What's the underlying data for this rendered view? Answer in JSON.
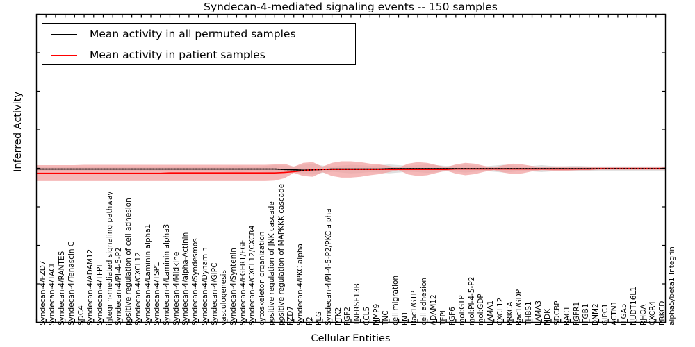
{
  "chart_data": {
    "type": "line",
    "title": "Syndecan-4-mediated signaling events -- 150 samples",
    "xlabel": "Cellular Entities",
    "ylabel": "Inferred Activity",
    "ylim": [
      -4,
      4
    ],
    "yticks": [
      -4,
      -3,
      -2,
      -1,
      0,
      1,
      2,
      3,
      4
    ],
    "grid": false,
    "legend_position": "upper left",
    "n_samples": 150,
    "colors": {
      "permuted_line": "#000000",
      "patient_line": "#ff0000",
      "patient_band": "#f2a0a0",
      "permuted_band": "#d9d9d9",
      "axes": "#000000",
      "background": "#ffffff"
    },
    "legend": [
      {
        "label": "Mean activity in all permuted samples",
        "color": "#000000"
      },
      {
        "label": "Mean activity in patient samples",
        "color": "#ff0000"
      }
    ],
    "categories": [
      "Syndecan-4/FZD7",
      "Syndecan-4/TACI",
      "Syndecan-4/RANTES",
      "Syndecan-4/Tenascin C",
      "SDC4",
      "Syndecan-4/ADAM12",
      "Syndecan-4/TFPI",
      "integrin-mediated signaling pathway",
      "Syndecan-4/PI-4-5-P2",
      "positive regulation of cell adhesion",
      "Syndecan-4/CXCL12",
      "Syndecan-4/Laminin alpha1",
      "Syndecan-4/TSP1",
      "Syndecan-4/Laminin alpha3",
      "Syndecan-4/Midkine",
      "Syndecan-4/alpha-Actinin",
      "Syndecan-4/Syndesmos",
      "Syndecan-4/Dynamin",
      "Syndecan-4/GIPC",
      "vasculogenesis",
      "Syndecan-4/Syntenin",
      "Syndecan-4/FGFR1/FGF",
      "Syndecan-4/CXCL12/CXCR4",
      "cytoskeleton organization",
      "positive regulation of JNK cascade",
      "positive regulation of MAPKKK cascade",
      "FZD7",
      "Syndecan-4/PKC alpha",
      "F2",
      "PLG",
      "Syndecan-4/PI-4-5-P2/PKC alpha",
      "PTK2",
      "FGF2",
      "TNFRSF13B",
      "CCL5",
      "MMP9",
      "TNC",
      "cell migration",
      "FN1",
      "Rac1/GTP",
      "cell adhesion",
      "ADAM12",
      "TFPI",
      "FGF6",
      "mol:GTP",
      "mol:PI-4-5-P2",
      "mol:GDP",
      "LAMA1",
      "CXCL12",
      "PRKCA",
      "Rac1/GDP",
      "THBS1",
      "LAMA3",
      "MDK",
      "SDCBP",
      "RAC1",
      "FGFR1",
      "ITGB1",
      "DNM2",
      "GIPC1",
      "ACTN1",
      "ITGA5",
      "NUDT16L1",
      "RHOA",
      "CXCR4",
      "PRKCD",
      "alpha5/beta1 Integrin"
    ],
    "series": [
      {
        "name": "Mean activity in all permuted samples",
        "color": "#000000",
        "style": "solid",
        "values": [
          -0.02,
          -0.02,
          -0.02,
          -0.02,
          -0.02,
          -0.02,
          -0.02,
          -0.02,
          -0.02,
          -0.02,
          -0.02,
          -0.02,
          -0.02,
          -0.02,
          -0.02,
          -0.02,
          -0.02,
          -0.02,
          -0.02,
          -0.02,
          -0.02,
          -0.02,
          -0.02,
          -0.02,
          -0.02,
          -0.02,
          -0.03,
          -0.04,
          -0.05,
          -0.04,
          -0.03,
          -0.02,
          -0.02,
          -0.02,
          -0.02,
          -0.02,
          -0.02,
          -0.01,
          -0.01,
          -0.01,
          -0.01,
          -0.01,
          -0.01,
          -0.01,
          -0.01,
          -0.01,
          -0.01,
          -0.01,
          -0.01,
          -0.01,
          -0.01,
          -0.01,
          -0.01,
          -0.01,
          -0.01,
          -0.01,
          -0.01,
          -0.01,
          -0.01,
          -0.01,
          -0.01,
          -0.01,
          -0.01,
          -0.01,
          -0.01,
          -0.01,
          -0.01
        ]
      },
      {
        "name": "Mean activity in patient samples",
        "color": "#ff0000",
        "style": "solid",
        "values": [
          -0.13,
          -0.13,
          -0.13,
          -0.13,
          -0.13,
          -0.13,
          -0.13,
          -0.13,
          -0.13,
          -0.13,
          -0.13,
          -0.13,
          -0.13,
          -0.13,
          -0.12,
          -0.12,
          -0.12,
          -0.12,
          -0.12,
          -0.12,
          -0.12,
          -0.12,
          -0.12,
          -0.12,
          -0.12,
          -0.12,
          -0.11,
          -0.09,
          -0.06,
          -0.04,
          -0.03,
          -0.03,
          -0.03,
          -0.03,
          -0.03,
          -0.03,
          -0.03,
          -0.03,
          -0.03,
          -0.03,
          -0.03,
          -0.03,
          -0.03,
          -0.03,
          -0.02,
          -0.02,
          -0.02,
          -0.02,
          -0.02,
          -0.02,
          -0.02,
          -0.02,
          -0.02,
          -0.02,
          -0.02,
          -0.02,
          -0.02,
          -0.02,
          -0.02,
          -0.01,
          -0.01,
          -0.01,
          -0.01,
          -0.01,
          -0.01,
          -0.01,
          0.0
        ]
      }
    ],
    "bands": [
      {
        "name": "permuted-band",
        "color": "#d9d9d9",
        "upper": [
          0.04,
          0.04,
          0.04,
          0.04,
          0.04,
          0.04,
          0.04,
          0.04,
          0.04,
          0.04,
          0.04,
          0.04,
          0.04,
          0.04,
          0.04,
          0.04,
          0.04,
          0.04,
          0.04,
          0.04,
          0.05,
          0.06,
          0.05,
          0.04,
          0.06,
          0.08,
          0.07,
          0.05,
          0.09,
          0.11,
          0.07,
          0.05,
          0.07,
          0.09,
          0.08,
          0.06,
          0.08,
          0.1,
          0.08,
          0.06,
          0.08,
          0.1,
          0.08,
          0.06,
          0.07,
          0.09,
          0.07,
          0.05,
          0.07,
          0.09,
          0.07,
          0.05,
          0.06,
          0.08,
          0.06,
          0.05,
          0.06,
          0.06,
          0.05,
          0.05,
          0.05,
          0.05,
          0.05,
          0.05,
          0.05,
          0.05,
          0.05
        ],
        "lower": [
          -0.08,
          -0.08,
          -0.08,
          -0.08,
          -0.08,
          -0.08,
          -0.08,
          -0.08,
          -0.08,
          -0.08,
          -0.08,
          -0.08,
          -0.08,
          -0.08,
          -0.08,
          -0.08,
          -0.08,
          -0.08,
          -0.08,
          -0.08,
          -0.09,
          -0.1,
          -0.09,
          -0.08,
          -0.1,
          -0.12,
          -0.12,
          -0.1,
          -0.14,
          -0.16,
          -0.12,
          -0.09,
          -0.11,
          -0.13,
          -0.12,
          -0.1,
          -0.11,
          -0.13,
          -0.11,
          -0.09,
          -0.1,
          -0.12,
          -0.1,
          -0.08,
          -0.09,
          -0.11,
          -0.09,
          -0.07,
          -0.09,
          -0.11,
          -0.09,
          -0.07,
          -0.08,
          -0.1,
          -0.08,
          -0.07,
          -0.07,
          -0.07,
          -0.07,
          -0.06,
          -0.06,
          -0.06,
          -0.06,
          -0.06,
          -0.06,
          -0.06,
          -0.06
        ]
      },
      {
        "name": "patient-band",
        "color": "#f2a0a0",
        "upper": [
          0.08,
          0.08,
          0.08,
          0.08,
          0.08,
          0.09,
          0.09,
          0.09,
          0.09,
          0.09,
          0.09,
          0.09,
          0.09,
          0.09,
          0.09,
          0.09,
          0.09,
          0.09,
          0.09,
          0.09,
          0.09,
          0.09,
          0.09,
          0.09,
          0.09,
          0.1,
          0.12,
          0.04,
          0.14,
          0.16,
          0.04,
          0.14,
          0.18,
          0.18,
          0.16,
          0.12,
          0.1,
          0.06,
          0.02,
          0.12,
          0.16,
          0.14,
          0.08,
          0.03,
          0.1,
          0.14,
          0.12,
          0.06,
          0.02,
          0.08,
          0.12,
          0.1,
          0.06,
          0.03,
          0.04,
          0.05,
          0.04,
          0.04,
          0.03,
          0.03,
          0.03,
          0.03,
          0.03,
          0.03,
          0.03,
          0.03,
          0.03
        ],
        "lower": [
          -0.33,
          -0.33,
          -0.33,
          -0.33,
          -0.33,
          -0.33,
          -0.33,
          -0.33,
          -0.33,
          -0.33,
          -0.33,
          -0.33,
          -0.33,
          -0.33,
          -0.33,
          -0.33,
          -0.33,
          -0.33,
          -0.33,
          -0.33,
          -0.33,
          -0.33,
          -0.33,
          -0.33,
          -0.33,
          -0.32,
          -0.26,
          -0.12,
          -0.2,
          -0.22,
          -0.1,
          -0.2,
          -0.24,
          -0.24,
          -0.22,
          -0.18,
          -0.15,
          -0.1,
          -0.05,
          -0.16,
          -0.2,
          -0.18,
          -0.12,
          -0.06,
          -0.14,
          -0.18,
          -0.15,
          -0.09,
          -0.05,
          -0.11,
          -0.15,
          -0.13,
          -0.08,
          -0.05,
          -0.06,
          -0.07,
          -0.06,
          -0.05,
          -0.05,
          -0.04,
          -0.04,
          -0.04,
          -0.04,
          -0.04,
          -0.04,
          -0.04,
          -0.04
        ]
      }
    ]
  }
}
